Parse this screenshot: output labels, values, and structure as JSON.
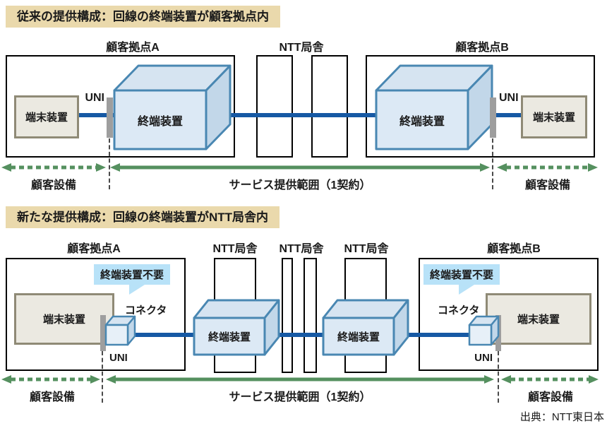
{
  "colors": {
    "badge_bg": "#ead9ac",
    "line_blue": "#1659a4",
    "arrow_green": "#55905f",
    "box_border_blue": "#4987b2",
    "box_front_blue": "#dce9f5",
    "box_top_blue": "#d6e4f1",
    "box_side_blue": "#c2d7e9",
    "callout_bg": "#b8e2f8",
    "terminal_fill": "#ebe9e1",
    "terminal_border": "#8f8a76",
    "uni_bar_gray": "#9e9e9e"
  },
  "labels": {
    "site_a": "顧客拠点A",
    "site_b": "顧客拠点B",
    "ntt_office": "NTT局舎",
    "terminal_device": "端末装置",
    "termination_device": "終端装置",
    "uni": "UNI",
    "connector": "コネクタ",
    "no_termination_needed": "終端装置不要",
    "customer_equipment": "顧客設備",
    "service_scope": "サービス提供範囲（1契約）"
  },
  "top_section": {
    "badge": "従来の提供構成：回線の終端装置が顧客拠点内"
  },
  "bottom_section": {
    "badge": "新たな提供構成：回線の終端装置がNTT局舎内"
  },
  "source": "出典：NTT東日本"
}
